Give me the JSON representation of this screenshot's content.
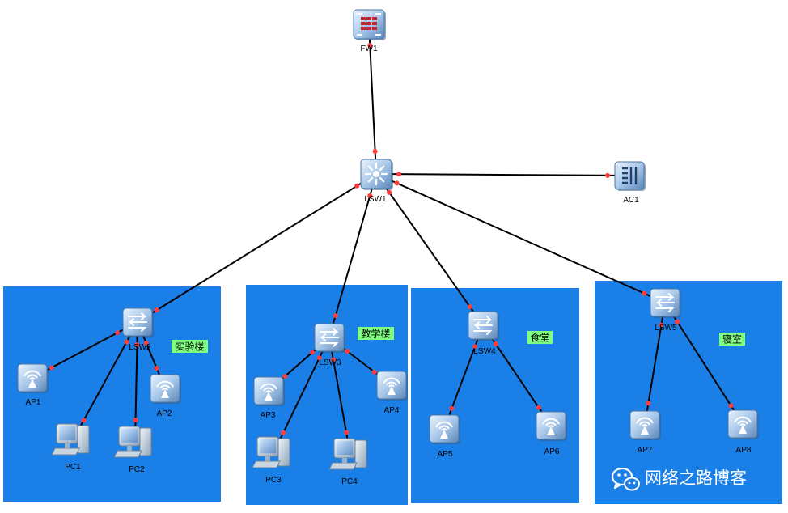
{
  "nodes": {
    "FW1": "FW1",
    "LSW1": "LSW1",
    "AC1": "AC1",
    "LSW2": "LSW2",
    "LSW3": "LSW3",
    "LSW4": "LSW4",
    "LSW5": "LSW5",
    "AP1": "AP1",
    "AP2": "AP2",
    "AP3": "AP3",
    "AP4": "AP4",
    "AP5": "AP5",
    "AP6": "AP6",
    "AP7": "AP7",
    "AP8": "AP8",
    "PC1": "PC1",
    "PC2": "PC2",
    "PC3": "PC3",
    "PC4": "PC4"
  },
  "zones": {
    "lab": "实验楼",
    "teaching": "教学楼",
    "canteen": "食堂",
    "dorm": "寝室"
  },
  "watermark": "网络之路博客",
  "links": [
    [
      "FW1",
      "LSW1"
    ],
    [
      "LSW1",
      "AC1"
    ],
    [
      "LSW1",
      "LSW2"
    ],
    [
      "LSW1",
      "LSW3"
    ],
    [
      "LSW1",
      "LSW4"
    ],
    [
      "LSW1",
      "LSW5"
    ],
    [
      "LSW2",
      "AP1"
    ],
    [
      "LSW2",
      "PC1"
    ],
    [
      "LSW2",
      "PC2"
    ],
    [
      "LSW2",
      "AP2"
    ],
    [
      "LSW3",
      "AP3"
    ],
    [
      "LSW3",
      "PC3"
    ],
    [
      "LSW3",
      "PC4"
    ],
    [
      "LSW3",
      "AP4"
    ],
    [
      "LSW4",
      "AP5"
    ],
    [
      "LSW4",
      "AP6"
    ],
    [
      "LSW5",
      "AP7"
    ],
    [
      "LSW5",
      "AP8"
    ]
  ],
  "colors": {
    "zone": "#1a7fe6",
    "tag": "#7fff7f",
    "port": "#ff3b3b"
  }
}
